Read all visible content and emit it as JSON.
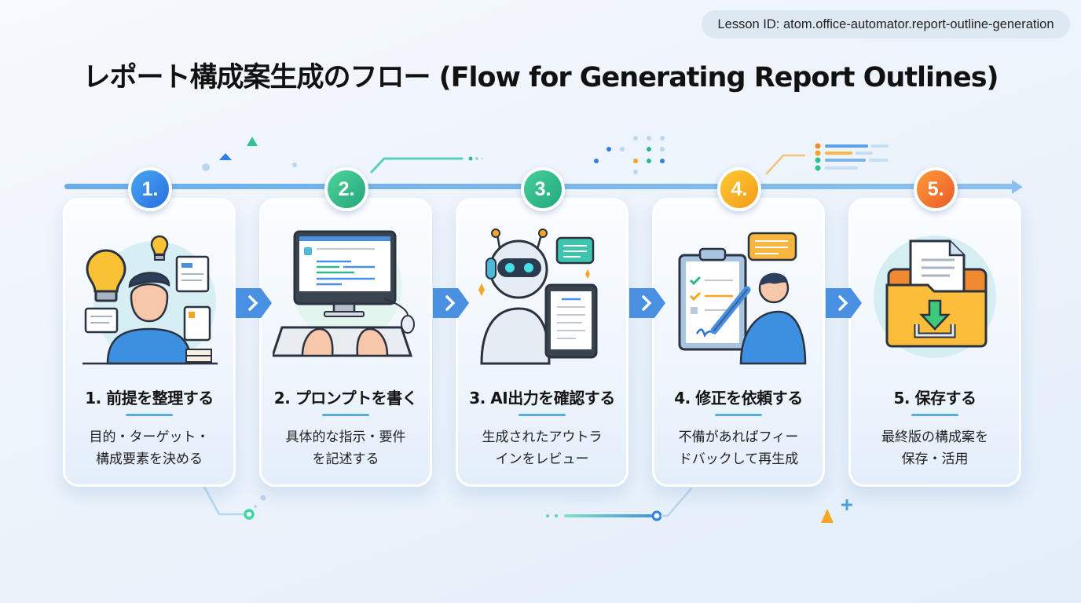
{
  "lesson_badge": "Lesson ID: atom.office-automator.report-outline-generation",
  "title": "レポート構成案生成のフロー (Flow for Generating Report Outlines)",
  "colors": {
    "step1": "#2f7fe6",
    "step2": "#2fbd86",
    "step3": "#2fb98a",
    "step4": "#f5a623",
    "step5": "#f0682e",
    "timeline": "#7db8eb",
    "connector_chevron": "#4a90e2"
  },
  "steps": [
    {
      "badge": "1.",
      "title": "1. 前提を整理する",
      "desc_line1": "目的・ターゲット・",
      "desc_line2": "構成要素を決める",
      "icon": "thinking-person-lightbulb-icon"
    },
    {
      "badge": "2.",
      "title": "2. プロンプトを書く",
      "desc_line1": "具体的な指示・要件",
      "desc_line2": "を記述する",
      "icon": "computer-keyboard-typing-icon"
    },
    {
      "badge": "3.",
      "title": "3. AI出力を確認する",
      "desc_line1": "生成されたアウトラ",
      "desc_line2": "インをレビュー",
      "icon": "robot-tablet-icon"
    },
    {
      "badge": "4.",
      "title": "4. 修正を依頼する",
      "desc_line1": "不備があればフィー",
      "desc_line2": "ドバックして再生成",
      "icon": "clipboard-feedback-icon"
    },
    {
      "badge": "5.",
      "title": "5. 保存する",
      "desc_line1": "最終版の構成案を",
      "desc_line2": "保存・活用",
      "icon": "folder-download-icon"
    }
  ]
}
